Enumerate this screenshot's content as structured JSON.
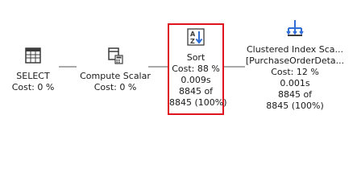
{
  "plan": {
    "nodes": [
      {
        "id": "select",
        "icon": "select-operator-icon",
        "name": "SELECT",
        "cost": "Cost: 0 %"
      },
      {
        "id": "compute",
        "icon": "compute-scalar-icon",
        "name": "Compute Scalar",
        "cost": "Cost: 0 %"
      },
      {
        "id": "sort",
        "icon": "sort-az-icon",
        "name": "Sort",
        "cost": "Cost: 88 %",
        "time": "0.009s",
        "rows_line1": "8845 of",
        "rows_line2": "8845 (100%)",
        "highlighted": true
      },
      {
        "id": "scan",
        "icon": "clustered-index-scan-icon",
        "name": "Clustered Index Sca...",
        "object": "[PurchaseOrderDeta...",
        "cost": "Cost: 12 %",
        "time": "0.001s",
        "rows_line1": "8845 of",
        "rows_line2": "8845 (100%)"
      }
    ],
    "colors": {
      "highlight_border": "#e0141e",
      "connector": "#a9a9a9",
      "icon_blue": "#2f6fd6"
    }
  }
}
